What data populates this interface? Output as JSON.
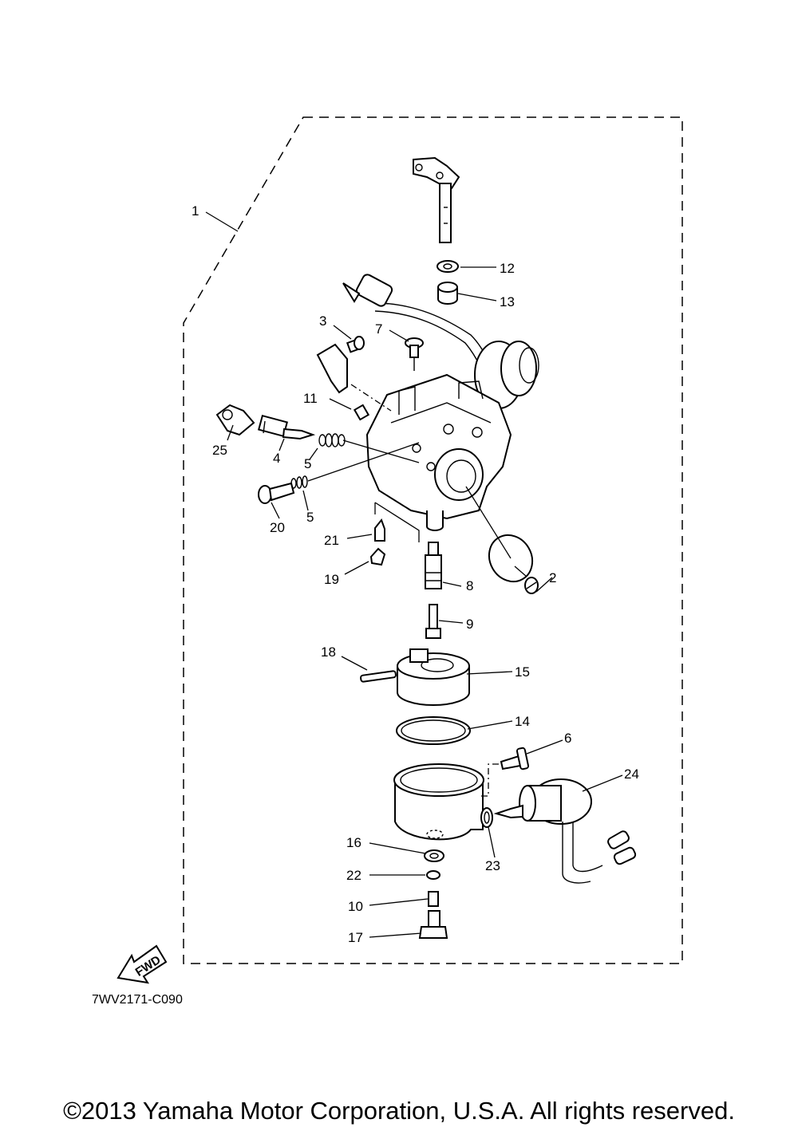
{
  "diagram": {
    "part_code": "7WV2171-C090",
    "copyright": "©2013 Yamaha Motor Corporation, U.S.A. All rights reserved.",
    "fwd_label": "FWD",
    "callouts": {
      "c1": "1",
      "c2": "2",
      "c3": "3",
      "c4": "4",
      "c5a": "5",
      "c5b": "5",
      "c6": "6",
      "c7": "7",
      "c8": "8",
      "c9": "9",
      "c10": "10",
      "c11": "11",
      "c12": "12",
      "c13": "13",
      "c14": "14",
      "c15": "15",
      "c16": "16",
      "c17": "17",
      "c18": "18",
      "c19": "19",
      "c20": "20",
      "c21": "21",
      "c22": "22",
      "c23": "23",
      "c24": "24",
      "c25": "25"
    }
  }
}
